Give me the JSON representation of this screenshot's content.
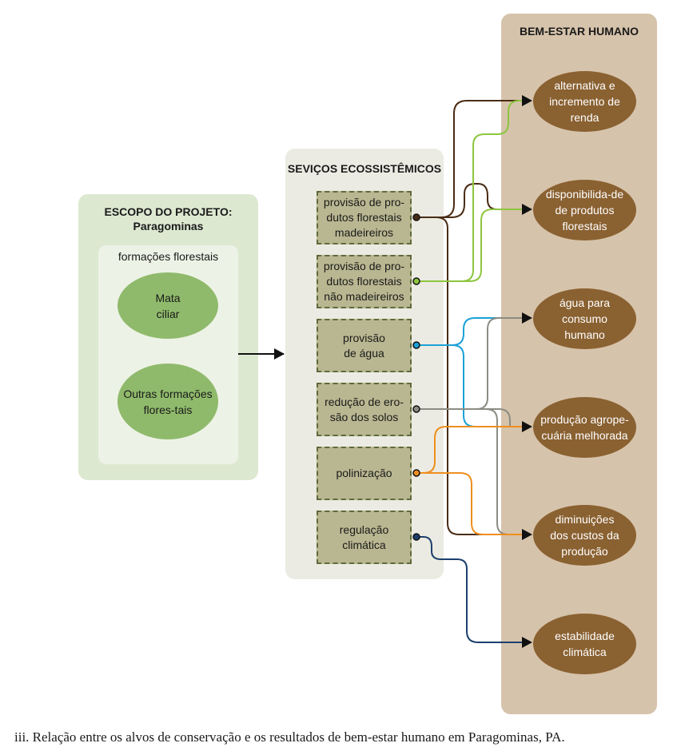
{
  "scope": {
    "title_line1": "ESCOPO DO PROJETO:",
    "title_line2": "Paragominas",
    "inner_title": "formações florestais",
    "ellipse1": "Mata ciliar",
    "ellipse2": "Outras formações flores-tais"
  },
  "services": {
    "title": "SEVIÇOS ECOSSISTÊMICOS",
    "items": [
      "provisão de pro-dutos florestais madeireiros",
      "provisão de pro-dutos florestais não madeireiros",
      "provisão de água",
      "redução de ero-são dos solos",
      "polinização",
      "regulação climática"
    ]
  },
  "wellbeing": {
    "title": "BEM-ESTAR HUMANO",
    "items": [
      "alternativa e incremento de renda",
      "disponibilida-de de produtos florestais",
      "água para consumo humano",
      "produção agrope-cuária melhorada",
      "diminuições dos custos da produção",
      "estabilidade climática"
    ]
  },
  "colors": {
    "dark_brown": "#4a2c14",
    "light_green": "#8dc63f",
    "blue": "#1ba1d8",
    "gray": "#8c8c84",
    "orange": "#ef8f1f",
    "navy": "#1c3f6e"
  },
  "caption": "iii. Relação entre os alvos de conservação e os resultados de bem-estar humano em Paragominas, PA."
}
